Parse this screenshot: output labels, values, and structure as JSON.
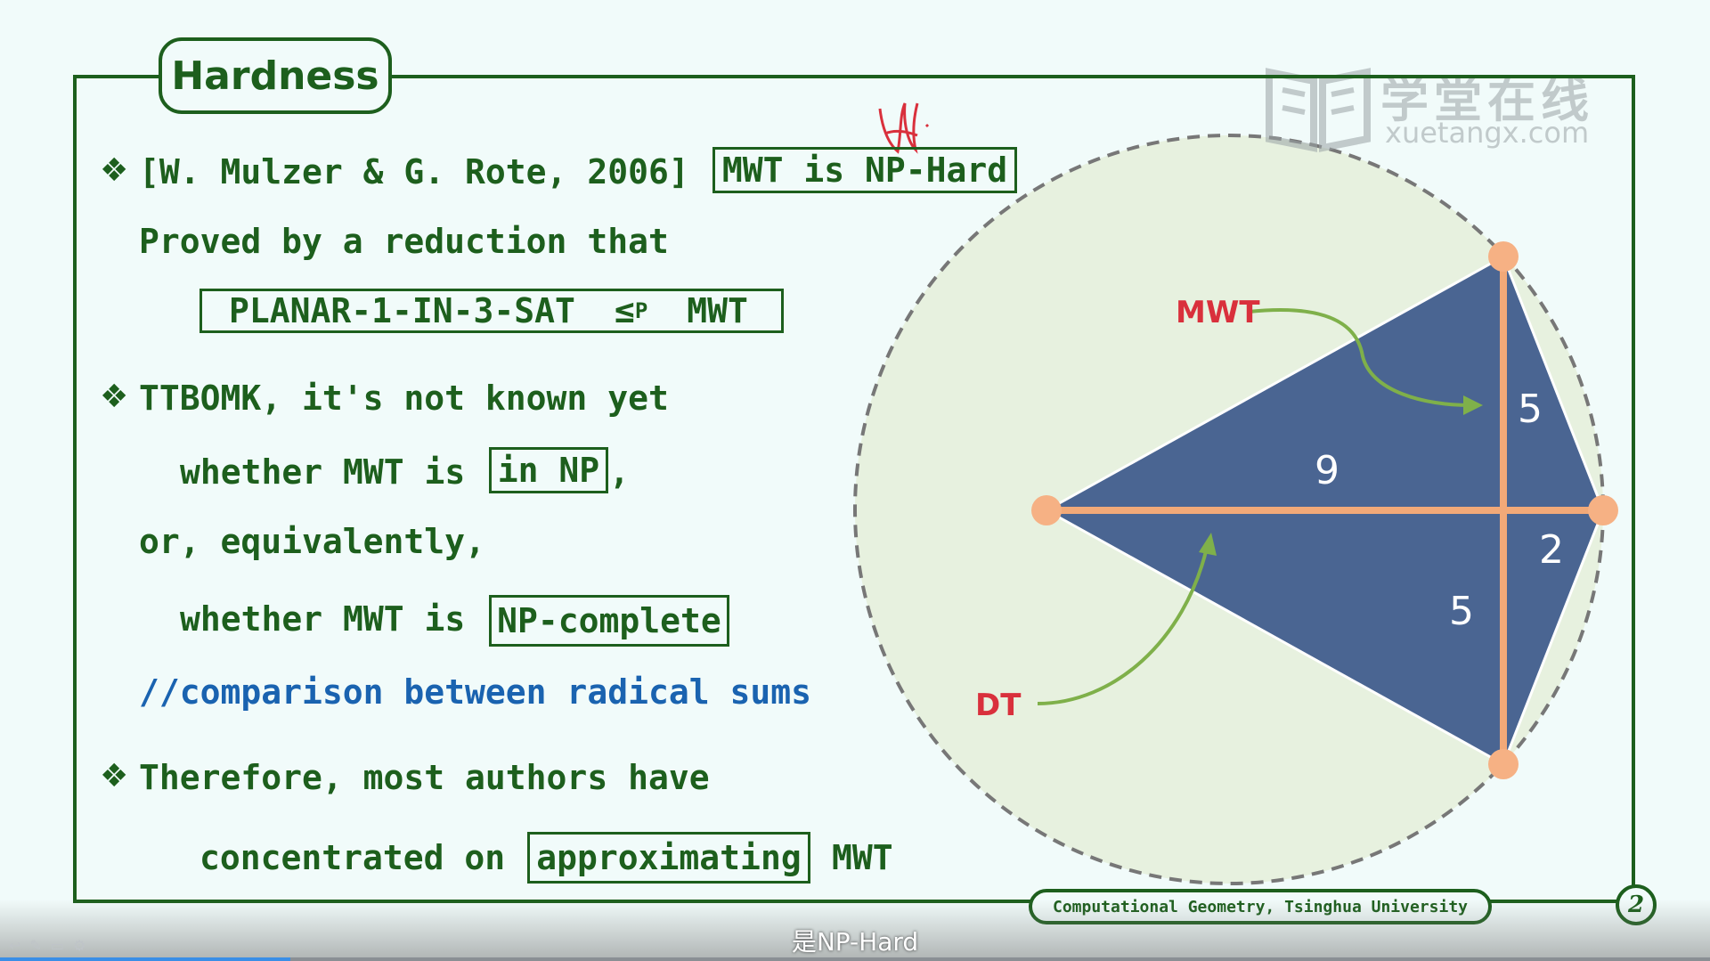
{
  "slide": {
    "title": "Hardness",
    "bullet_glyph": "❖",
    "lines": {
      "citation": "[W. Mulzer & G. Rote, 2006]",
      "citation_box": "MWT is NP-Hard",
      "proved": "Proved by a reduction that",
      "reduction_left": "PLANAR-1-IN-3-SAT",
      "reduction_op": "≤",
      "reduction_sub": "P",
      "reduction_right": "MWT",
      "ttbomk": "TTBOMK, it's not known yet",
      "whether1": "whether MWT is",
      "in_np": "in NP",
      "comma": ",",
      "or_equiv": "or, equivalently,",
      "whether2": "whether MWT is",
      "np_complete": "NP-complete",
      "comment": "//comparison between radical sums",
      "therefore": "Therefore, most authors have",
      "concentrated": "concentrated on",
      "approximating": "approximating",
      "mwt_end": "MWT"
    },
    "footer": "Computational Geometry, Tsinghua University",
    "page_number": "2"
  },
  "diagram": {
    "label_mwt": "MWT",
    "label_dt": "DT",
    "edge_labels": {
      "upper_left": "9",
      "upper_right": "5",
      "lower_right": "2",
      "lower_left": "5"
    },
    "colors": {
      "triangle_fill": "#4a6592",
      "edge": "#f2a978",
      "vertex": "#f6b184",
      "circle_fill": "#e7f1df",
      "label": "#d9303c",
      "arrow": "#7fb04a"
    }
  },
  "watermark": {
    "cn": "学堂在线",
    "en": "xuetangx.com"
  },
  "player": {
    "subtitle": "是NP-Hard",
    "progress": 0.17
  }
}
